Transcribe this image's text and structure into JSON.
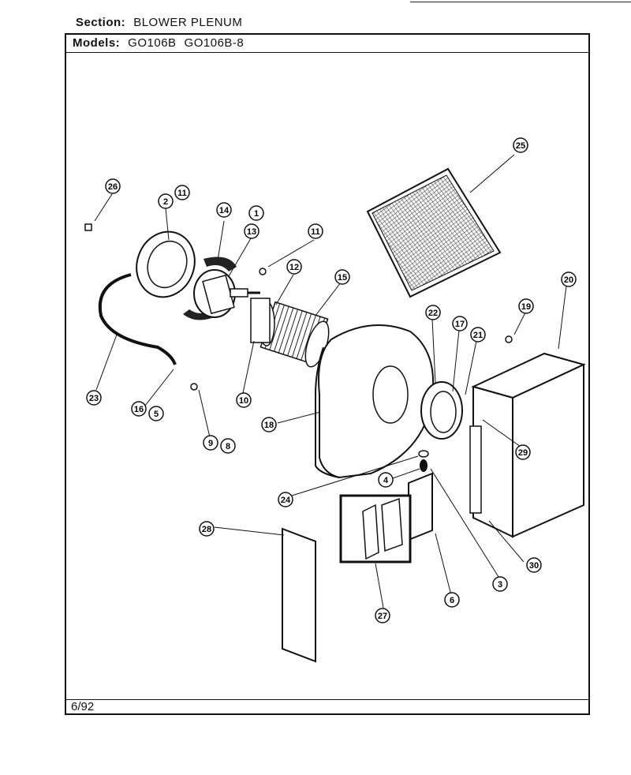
{
  "header": {
    "section_label": "Section:",
    "section_value": "BLOWER PLENUM",
    "models_label": "Models:",
    "models": [
      "GO106B",
      "GO106B-8"
    ]
  },
  "footer": {
    "date_code": "6/92"
  },
  "callouts": [
    "25",
    "26",
    "2",
    "11",
    "14",
    "1",
    "13",
    "11",
    "12",
    "15",
    "20",
    "19",
    "22",
    "17",
    "21",
    "23",
    "16",
    "5",
    "10",
    "9",
    "8",
    "18",
    "29",
    "24",
    "4",
    "28",
    "27",
    "6",
    "3",
    "30"
  ]
}
